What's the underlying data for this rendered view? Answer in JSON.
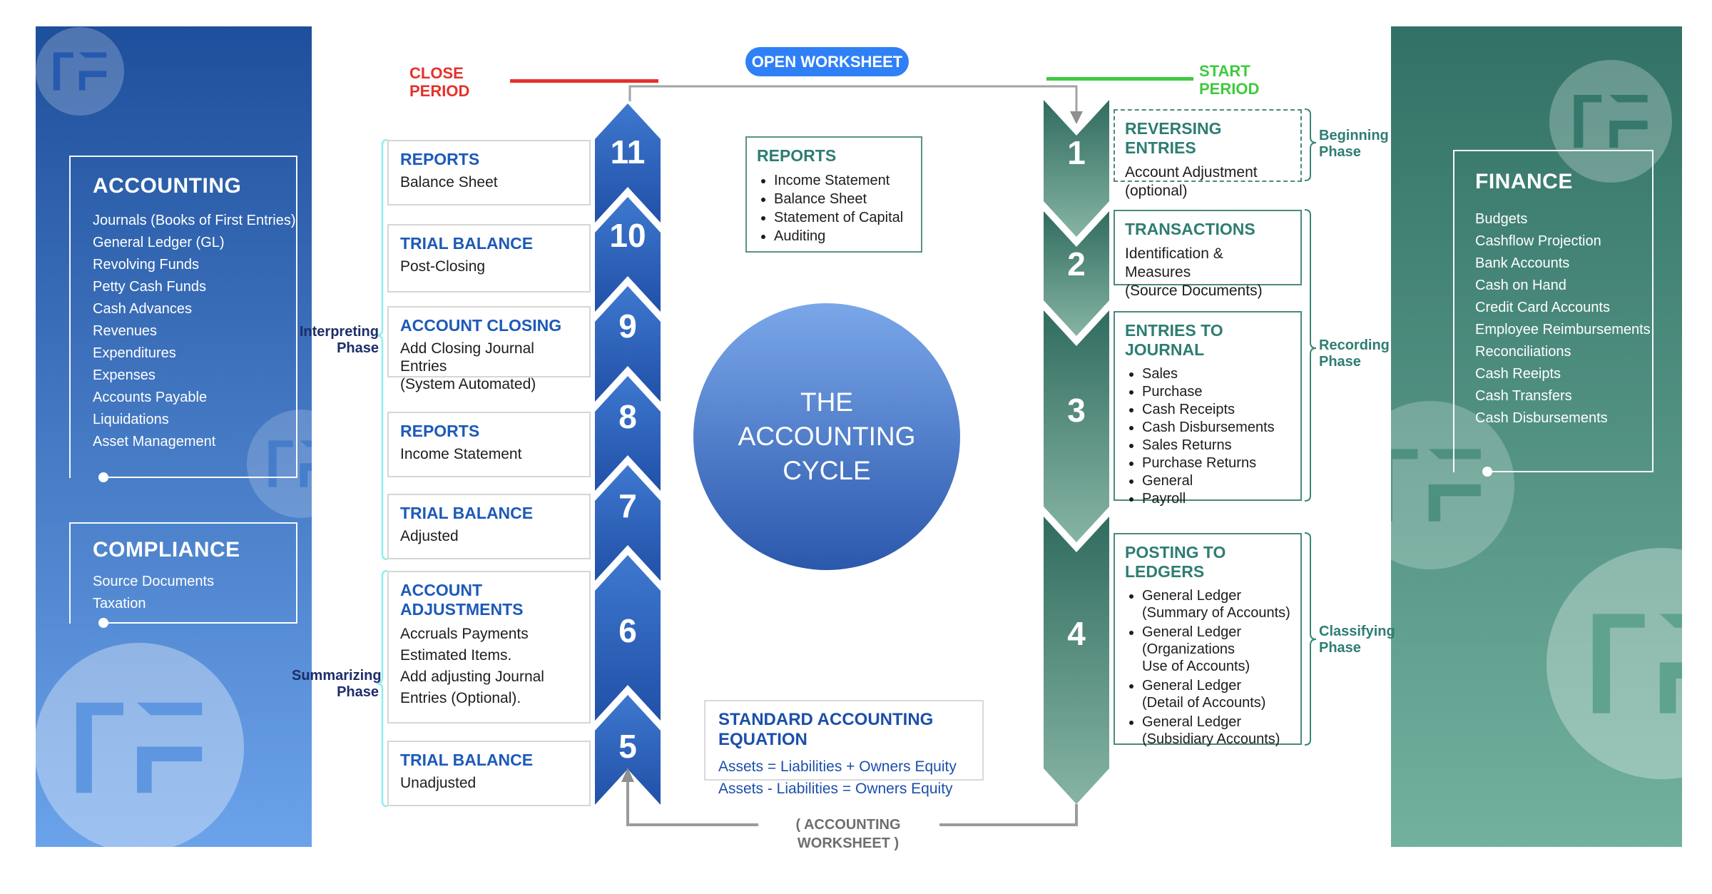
{
  "colors": {
    "left_panel_top": "#1e4f9c",
    "left_panel_bottom": "#6ba3ea",
    "right_panel_top": "#327266",
    "right_panel_bottom": "#72b19e",
    "blue_chevron": "#2c5cb5",
    "green_chevron": "#4d8a7a",
    "blue_accent": "#1d5ab8",
    "teal_accent": "#2e7d72",
    "navy_label": "#1d2d69",
    "close_red": "#e6312a",
    "start_green": "#3fca3f",
    "button_blue": "#2f80f6",
    "brace_cyan": "#8deef0",
    "connector_gray": "#9b9b9b"
  },
  "header": {
    "close_period": "CLOSE\nPERIOD",
    "open_worksheet": "OPEN WORKSHEET",
    "start_period": "START\nPERIOD"
  },
  "left_panel": {
    "accounting": {
      "title": "ACCOUNTING",
      "items": [
        "Journals (Books of First Entries)",
        "General Ledger (GL)",
        "Revolving Funds",
        "Petty Cash Funds",
        "Cash Advances",
        "Revenues",
        "Expenditures",
        "Expenses",
        "Accounts Payable",
        "Liquidations",
        "Asset Management"
      ]
    },
    "compliance": {
      "title": "COMPLIANCE",
      "items": [
        "Source Documents",
        "Taxation"
      ]
    }
  },
  "right_panel": {
    "finance": {
      "title": "FINANCE",
      "items": [
        "Budgets",
        "Cashflow Projection",
        "Bank Accounts",
        "Cash on Hand",
        "Credit Card Accounts",
        "Employee Reimbursements",
        "Reconciliations",
        "Cash Reeipts",
        "Cash Transfers",
        "Cash Disbursements"
      ]
    }
  },
  "close_steps": {
    "numbers": [
      "11",
      "10",
      "9",
      "8",
      "7",
      "6",
      "5"
    ],
    "boxes": [
      {
        "title": "REPORTS",
        "body": "Balance Sheet"
      },
      {
        "title": "TRIAL BALANCE",
        "body": "Post-Closing"
      },
      {
        "title": "ACCOUNT CLOSING",
        "body": "Add Closing Journal Entries\n(System Automated)"
      },
      {
        "title": "REPORTS",
        "body": "Income Statement"
      },
      {
        "title": "TRIAL BALANCE",
        "body": "Adjusted"
      },
      {
        "title": "ACCOUNT\nADJUSTMENTS",
        "body": "Accruals Payments\nEstimated Items.\nAdd adjusting Journal\nEntries (Optional)."
      },
      {
        "title": "TRIAL BALANCE",
        "body": "Unadjusted"
      }
    ]
  },
  "start_steps": {
    "numbers": [
      "1",
      "2",
      "3",
      "4"
    ],
    "reversing": {
      "title": "REVERSING ENTRIES",
      "body": "Account Adjustment\n(optional)"
    },
    "transactions": {
      "title": "TRANSACTIONS",
      "body": "Identification & Measures\n(Source Documents)"
    },
    "entries_to_journal": {
      "title": "ENTRIES TO JOURNAL",
      "items": [
        "Sales",
        "Purchase",
        "Cash Receipts",
        "Cash Disbursements",
        "Sales Returns",
        "Purchase Returns",
        "General",
        "Payroll"
      ]
    },
    "posting_to_ledgers": {
      "title": "POSTING TO LEDGERS",
      "items": [
        "General Ledger\n(Summary of Accounts)",
        "General Ledger\n(Organizations\nUse of Accounts)",
        "General Ledger\n(Detail of Accounts)",
        "General Ledger\n(Subsidiary Accounts)"
      ]
    }
  },
  "phases": {
    "interpreting": "Interpreting\nPhase",
    "summarizing": "Summarizing\nPhase",
    "beginning": "Beginning\nPhase",
    "recording": "Recording\nPhase",
    "classifying": "Classifying\nPhase"
  },
  "center": {
    "reports": {
      "title": "REPORTS",
      "items": [
        "Income Statement",
        "Balance Sheet",
        "Statement of Capital",
        "Auditing"
      ]
    },
    "cycle_title": "THE\nACCOUNTING\nCYCLE",
    "equation": {
      "title": "STANDARD ACCOUNTING EQUATION",
      "lines": [
        "Assets = Liabilities + Owners Equity",
        "Assets - Liabilities = Owners Equity"
      ]
    }
  },
  "footer": {
    "worksheet_label": "( ACCOUNTING WORKSHEET )"
  }
}
